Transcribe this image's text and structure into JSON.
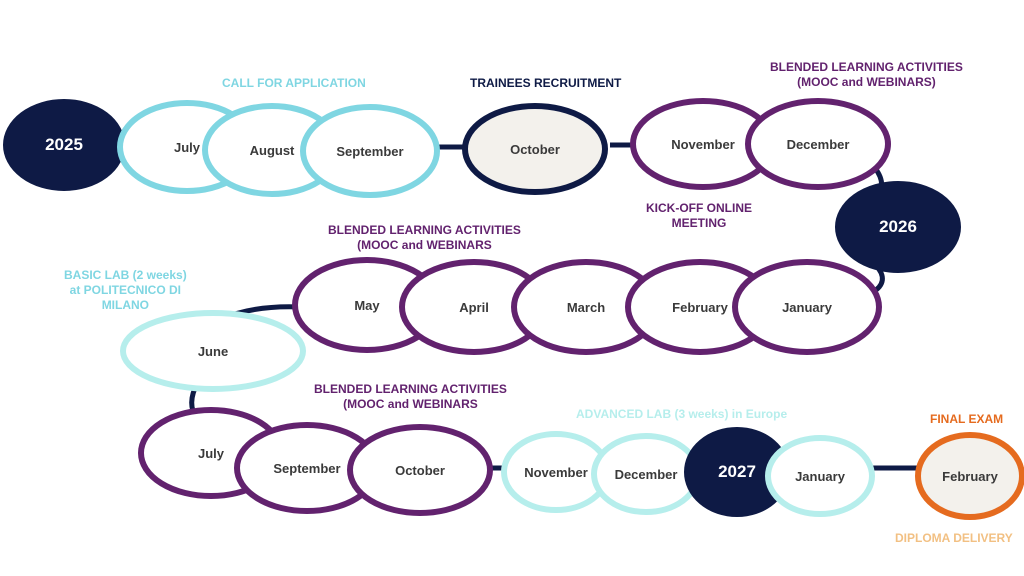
{
  "colors": {
    "navy": "#0e1a45",
    "purple": "#62226e",
    "teal": "#7fd6e2",
    "light_teal": "#b6eeec",
    "orange": "#e56b1f",
    "peach": "#f2c083",
    "cream": "#f3f1ec",
    "connector": "#0e1a45"
  },
  "row1": {
    "year": "2025",
    "months": [
      "July",
      "August",
      "September",
      "October",
      "November",
      "December"
    ]
  },
  "row2": {
    "year": "2026",
    "months": [
      "January",
      "February",
      "March",
      "April",
      "May",
      "June"
    ]
  },
  "row3": {
    "year": "2027",
    "months": [
      "July",
      "September",
      "October",
      "November",
      "December",
      "January",
      "February"
    ]
  },
  "labels": {
    "call_for_application": "CALL FOR APPLICATION",
    "trainees_recruitment": "TRAINEES RECRUITMENT",
    "blended_1": {
      "line1": "BLENDED LEARNING ACTIVITIES",
      "line2": "(MOOC and WEBINARS)"
    },
    "kickoff": {
      "line1": "KICK-OFF ONLINE",
      "line2": "MEETING"
    },
    "blended_2": {
      "line1": "BLENDED LEARNING ACTIVITIES",
      "line2": "(MOOC and WEBINARS"
    },
    "basic_lab": {
      "line1": "BASIC LAB (2 weeks)",
      "line2": "at POLITECNICO DI",
      "line3": "MILANO"
    },
    "blended_3": {
      "line1": "BLENDED LEARNING ACTIVITIES",
      "line2": "(MOOC and WEBINARS"
    },
    "advanced_lab": "ADVANCED LAB (3 weeks) in Europe",
    "final_exam": "FINAL EXAM",
    "diploma_delivery": "DIPLOMA DELIVERY"
  }
}
